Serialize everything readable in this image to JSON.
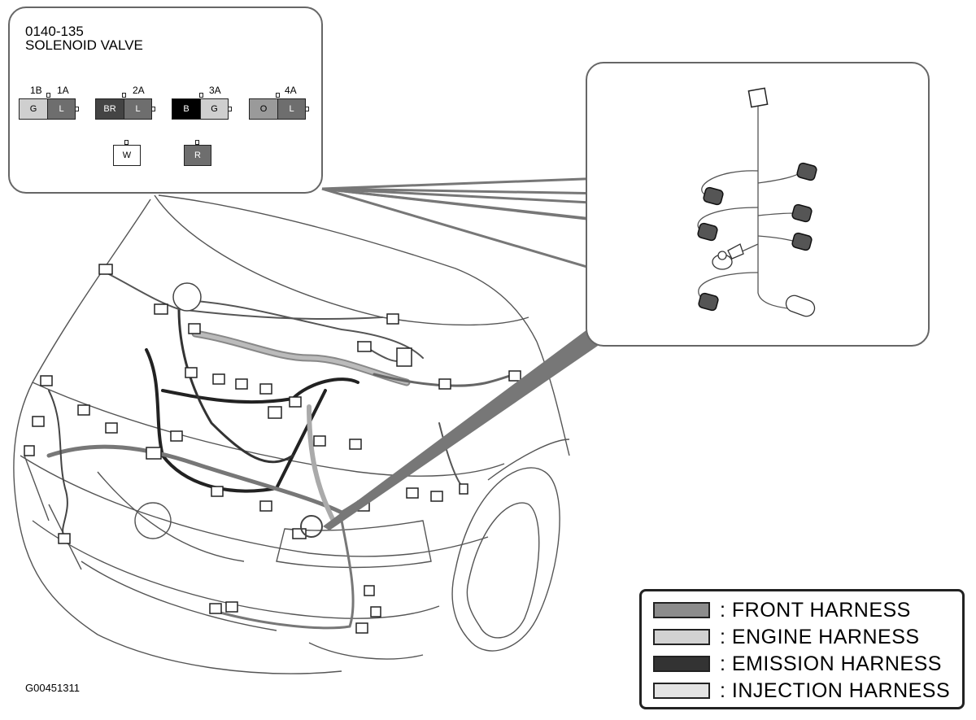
{
  "connector": {
    "code": "0140-135",
    "name": "SOLENOID VALVE",
    "groups": [
      {
        "pins": [
          "1B",
          "1A"
        ],
        "cells": [
          {
            "text": "G",
            "fill": "#cfcfcf",
            "color": "#000"
          },
          {
            "text": "L",
            "fill": "#6e6e6e",
            "color": "#ffffff"
          }
        ]
      },
      {
        "pins": [
          "2A"
        ],
        "cells": [
          {
            "text": "BR",
            "fill": "#444444",
            "color": "#ffffff"
          },
          {
            "text": "L",
            "fill": "#6e6e6e",
            "color": "#ffffff"
          }
        ]
      },
      {
        "pins": [
          "3A"
        ],
        "cells": [
          {
            "text": "B",
            "fill": "#000000",
            "color": "#ffffff"
          },
          {
            "text": "G",
            "fill": "#cfcfcf",
            "color": "#000"
          }
        ]
      },
      {
        "pins": [
          "4A"
        ],
        "cells": [
          {
            "text": "O",
            "fill": "#9a9a9a",
            "color": "#000"
          },
          {
            "text": "L",
            "fill": "#6e6e6e",
            "color": "#ffffff"
          }
        ]
      }
    ],
    "singles": [
      {
        "text": "W",
        "fill": "#ffffff",
        "color": "#000"
      },
      {
        "text": "R",
        "fill": "#6e6e6e",
        "color": "#ffffff"
      }
    ]
  },
  "legend": [
    {
      "label": ": FRONT HARNESS",
      "color": "#8c8c8c"
    },
    {
      "label": ": ENGINE HARNESS",
      "color": "#d2d2d2"
    },
    {
      "label": ": EMISSION HARNESS",
      "color": "#333333"
    },
    {
      "label": ": INJECTION HARNESS",
      "color": "#e3e3e3"
    }
  ],
  "figure_id": "G00451311"
}
